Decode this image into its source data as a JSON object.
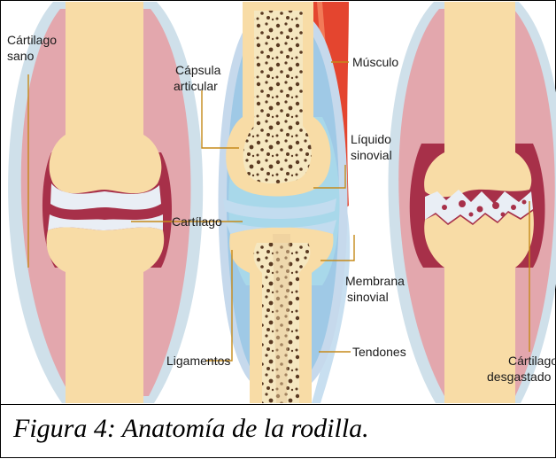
{
  "labels": {
    "cartilago_sano": [
      "Cártilago",
      "sano"
    ],
    "capsula": [
      "Cápsula",
      "articular"
    ],
    "musculo": "Músculo",
    "liquido": [
      "Líquido",
      "sinovial"
    ],
    "cartilago": "Cartílago",
    "membrana": [
      "Membrana",
      "sinovial"
    ],
    "ligamentos": "Ligamentos",
    "tendones": "Tendones",
    "cartilago_desgastado": [
      "Cártilago",
      "desgastado"
    ]
  },
  "caption": "Figura 4: Anatomía de la rodilla.",
  "colors": {
    "bone": "#f8dca6",
    "capsule_outer": "#e3a7ad",
    "capsule_inner": "#a73049",
    "synovial_fluid": "#a8d8ea",
    "membrane_edge": "#c8dff0",
    "muscle": "#e4452f",
    "cartilage": "#e9eef5"
  }
}
